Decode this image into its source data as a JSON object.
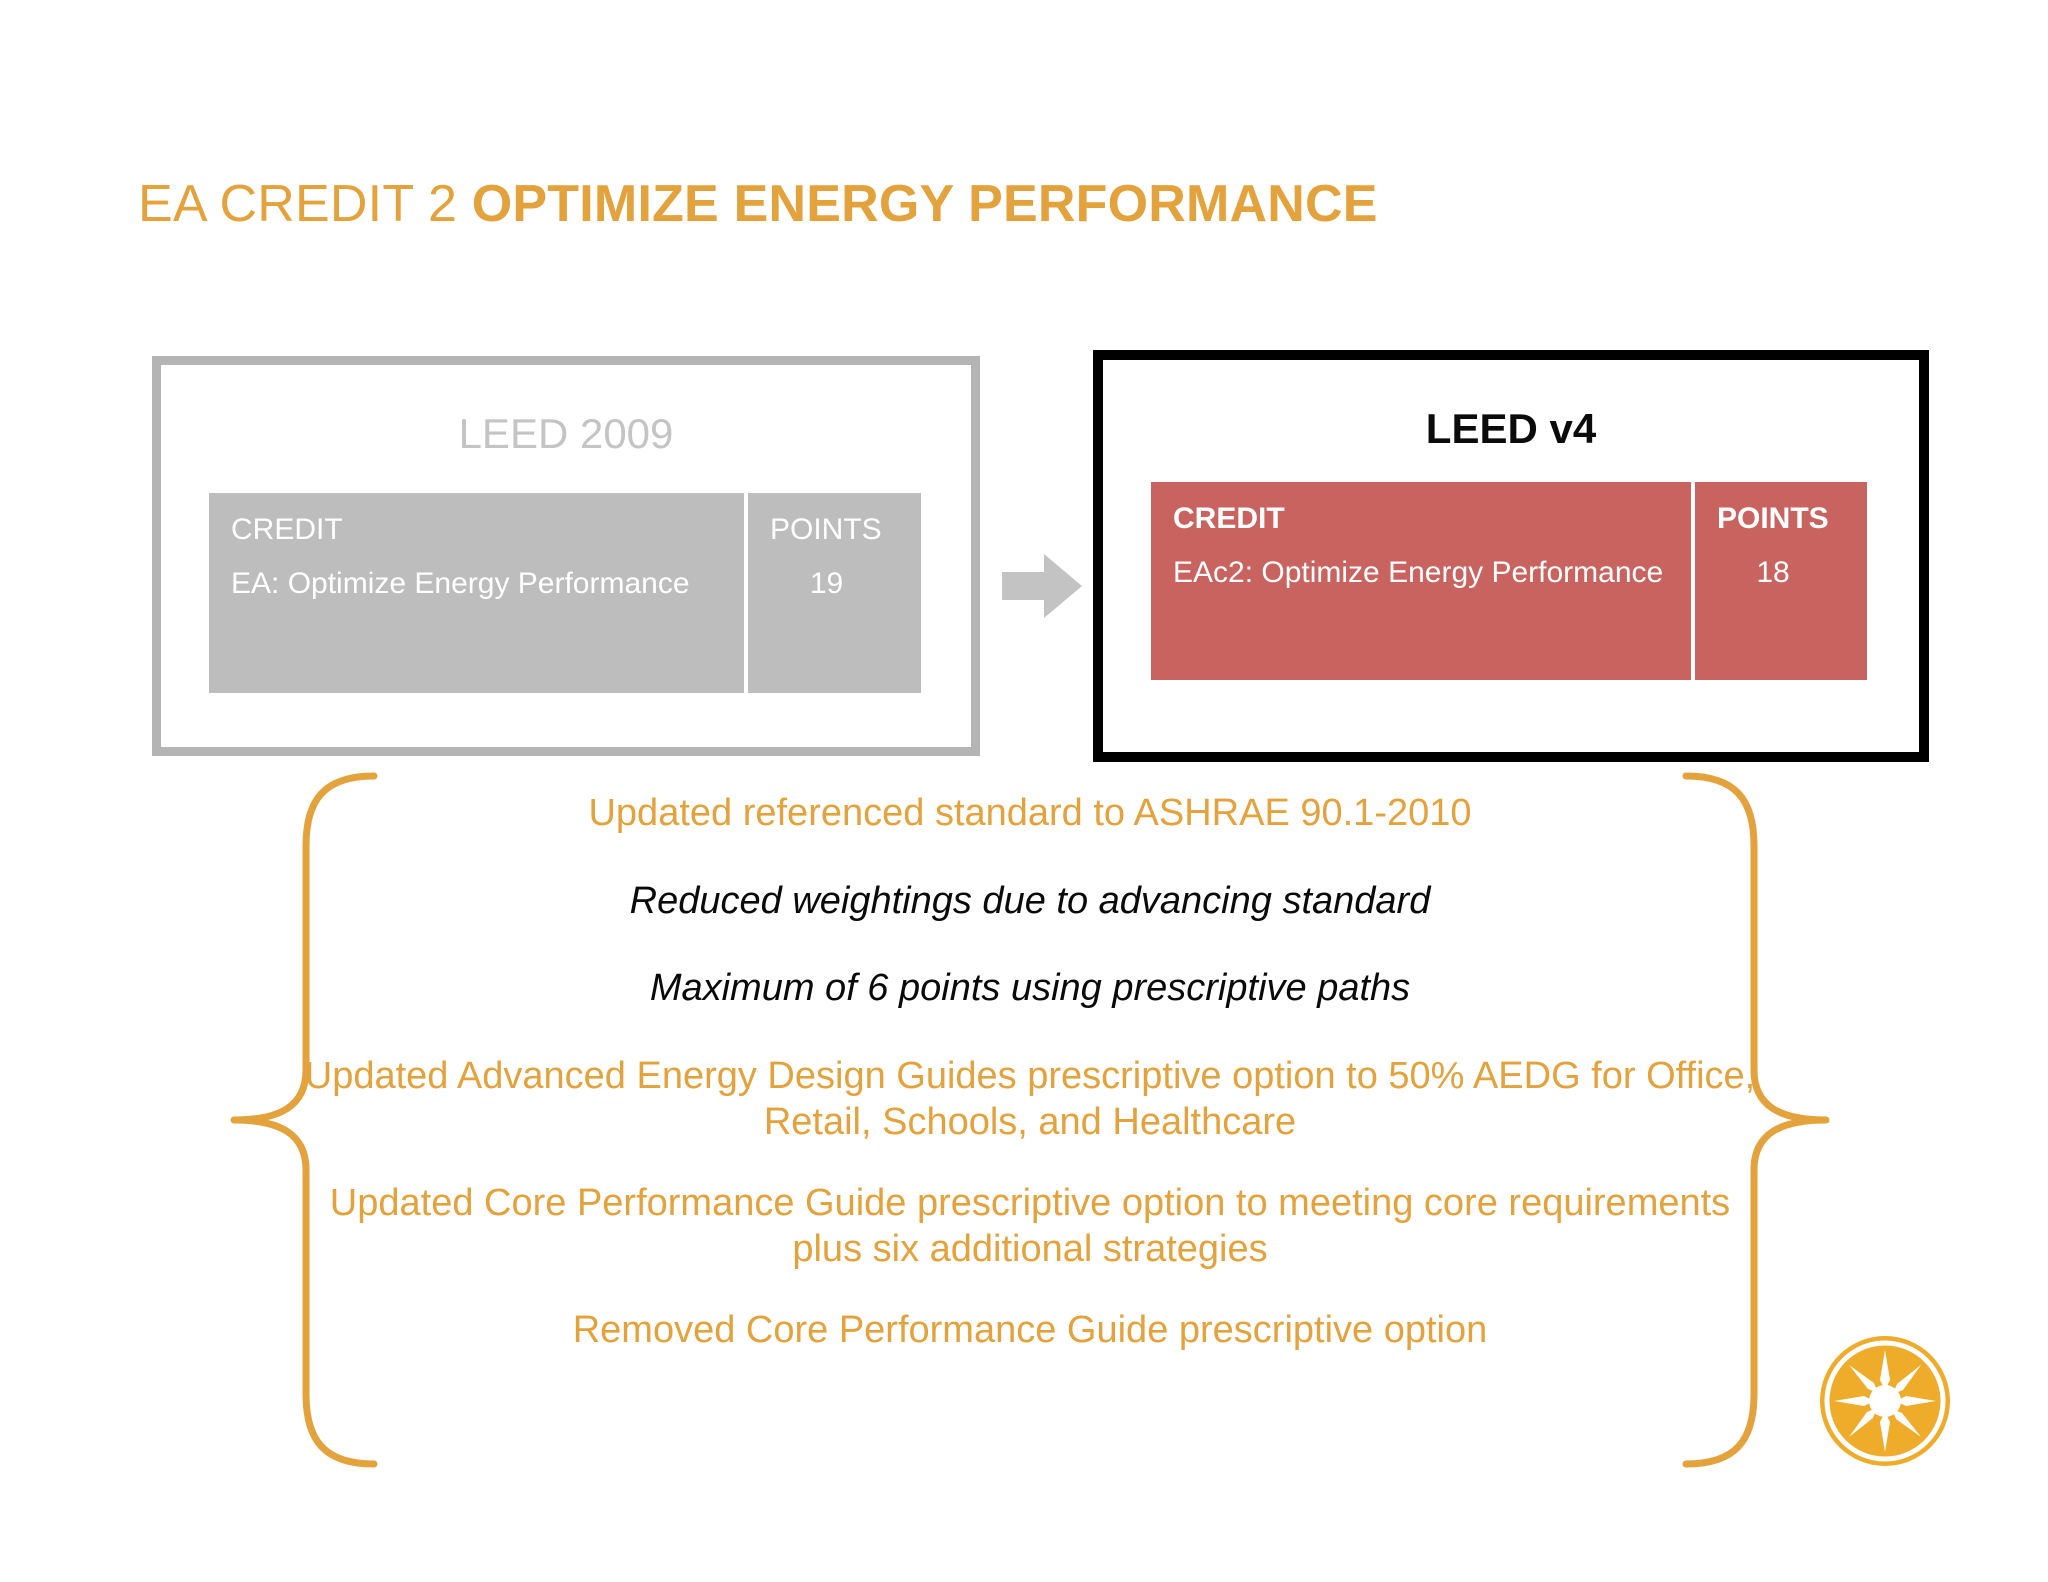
{
  "title": {
    "prefix": "EA CREDIT 2 ",
    "emphasis": "OPTIMIZE ENERGY PERFORMANCE",
    "color": "#e3a23c"
  },
  "comparison": {
    "arrow_icon": "arrow-right-icon",
    "old": {
      "heading": "LEED 2009",
      "heading_color": "#c4c4c4",
      "border_color": "#b4b4b4",
      "table_color": "#bdbdbd",
      "columns": [
        "CREDIT",
        "POINTS"
      ],
      "row": {
        "credit": "EA: Optimize Energy Performance",
        "points": "19"
      }
    },
    "new": {
      "heading": "LEED v4",
      "heading_color": "#0b0b0b",
      "border_color": "#000000",
      "table_color": "#c96360",
      "columns": [
        "CREDIT",
        "POINTS"
      ],
      "row": {
        "credit": "EAc2: Optimize Energy Performance",
        "points": "18"
      }
    }
  },
  "changes": {
    "brace_color": "#e3a23c",
    "items": [
      {
        "text": "Updated referenced standard to ASHRAE 90.1-2010",
        "style": "orange"
      },
      {
        "text": "Reduced weightings due to advancing standard",
        "style": "black-italic"
      },
      {
        "text": "Maximum of 6 points using prescriptive paths",
        "style": "black-italic"
      },
      {
        "text": "Updated Advanced Energy Design Guides prescriptive option to 50% AEDG for Office, Retail, Schools, and Healthcare",
        "style": "orange"
      },
      {
        "text": "Updated Core Performance Guide prescriptive option to meeting core requirements plus six additional strategies",
        "style": "orange"
      },
      {
        "text": "Removed Core Performance Guide prescriptive option",
        "style": "orange"
      }
    ]
  },
  "logo": {
    "name": "sun-logo-icon",
    "color": "#eeac2a"
  }
}
